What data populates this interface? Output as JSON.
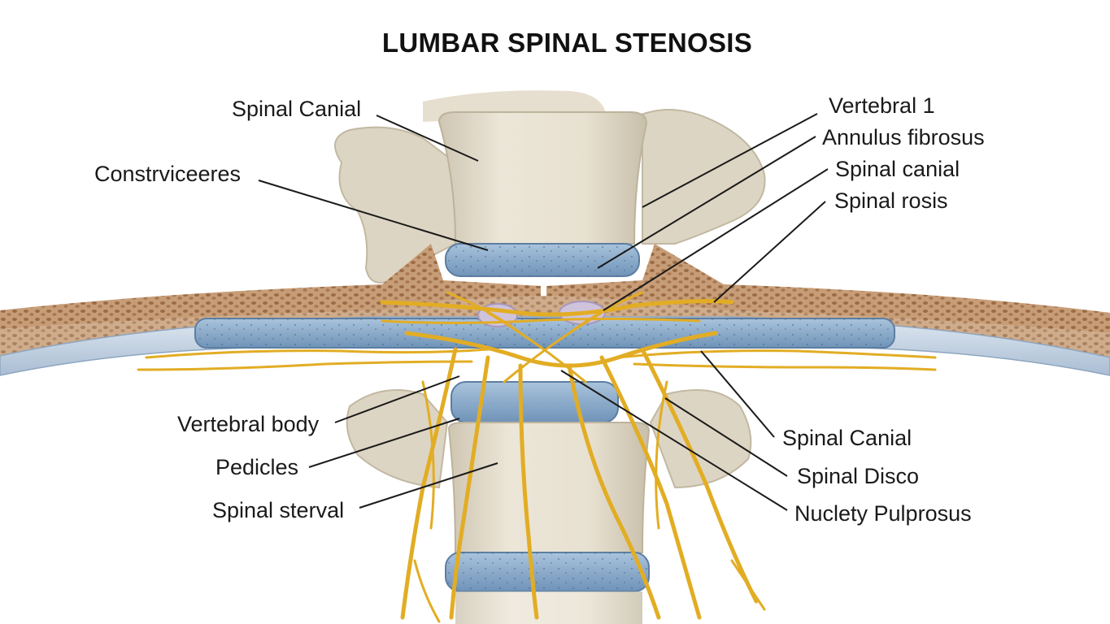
{
  "title": "LUMBAR SPINAL STENOSIS",
  "colors": {
    "bone": "#e4ddcd",
    "disc": "#8fb0cd",
    "nerve": "#e6b12a",
    "ligament_tissue": "#b88c67",
    "dura": "#c7d6e6"
  },
  "labels": {
    "spinal_canial_top": "Spinal Canial",
    "constrviceeres": "Constrviceeres",
    "vertebral_body": "Vertebral body",
    "pedicles": "Pedicles",
    "spinal_sterval": "Spinal sterval",
    "vertebral_1": "Vertebral 1",
    "annulus_fibrosus": "Annulus fibrosus",
    "spinal_canial_right": "Spinal canial",
    "spinal_rosis": "Spinal rosis",
    "spinal_canial_lower": "Spinal Canial",
    "spinal_disco": "Spinal Disco",
    "nuclety_pulprosus": "Nuclety Pulprosus"
  }
}
